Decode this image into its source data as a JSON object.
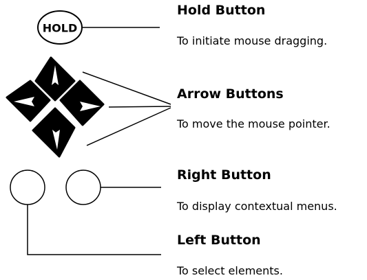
{
  "hold": {
    "glyph": "HOLD",
    "title": "Hold Button",
    "description": "To initiate mouse dragging."
  },
  "arrows": {
    "title": "Arrow Buttons",
    "description": "To move the mouse pointer."
  },
  "right_button": {
    "title": "Right Button",
    "description": "To display contextual menus."
  },
  "left_button": {
    "title": "Left Button",
    "description": "To select elements."
  },
  "colors": {
    "ink": "#000000",
    "paper": "#ffffff"
  }
}
